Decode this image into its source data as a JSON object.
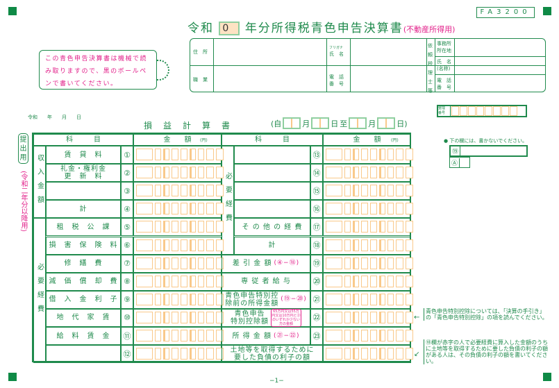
{
  "form_code": "FA3200",
  "title": {
    "era": "令和",
    "year": "0",
    "main": "年分所得税青色申告決算書",
    "sub": "(不動産所得用)"
  },
  "info": {
    "address": "住　所",
    "furigana": "フリガナ",
    "name": "氏　名",
    "occupation": "職　業",
    "phone": "電　話\n番　号",
    "agent": "依頼税理士等",
    "office": "事務所\n所在地",
    "agent_name": "氏　名\n(名称)",
    "agent_phone": "電　話\n番　号"
  },
  "notice": "この青色申告決算書は機械で読み取りますので、黒のボールペンで書いてください。",
  "date_line": "令和　　年　　月　　日",
  "statement_title": "損　益　計　算　書",
  "period": {
    "open": "(自",
    "month": "月",
    "day": "日",
    "to": "至",
    "close": "日)"
  },
  "seiri": "整理\n番号",
  "no_write": "● 下の欄には、書かないでください。",
  "side_label": "提出用",
  "side_note": "(令和二年分以降用)",
  "header": {
    "item": "科　　　目",
    "amount": "金　　額",
    "yen": "(円)"
  },
  "groups": {
    "income": "収入金額",
    "expense": "必要経費"
  },
  "left_rows": [
    {
      "no": "①",
      "label": "賃　貸　料"
    },
    {
      "no": "②",
      "label": "礼金・権利金\n更　新　料"
    },
    {
      "no": "③",
      "label": ""
    },
    {
      "no": "④",
      "label": "計"
    },
    {
      "no": "⑤",
      "label": "租　税　公　課"
    },
    {
      "no": "⑥",
      "label": "損　害　保　険　料"
    },
    {
      "no": "⑦",
      "label": "修　繕　費"
    },
    {
      "no": "⑧",
      "label": "減　価　償　却　費"
    },
    {
      "no": "⑨",
      "label": "借　入　金　利　子"
    },
    {
      "no": "⑩",
      "label": "地　代　家　賃"
    },
    {
      "no": "⑪",
      "label": "給　料　賃　金"
    },
    {
      "no": "⑫",
      "label": ""
    }
  ],
  "right_rows": [
    {
      "no": "⑬",
      "label": "",
      "formula": ""
    },
    {
      "no": "⑭",
      "label": "",
      "formula": ""
    },
    {
      "no": "⑮",
      "label": "",
      "formula": ""
    },
    {
      "no": "⑯",
      "label": "",
      "formula": ""
    },
    {
      "no": "⑰",
      "label": "そ の 他 の 経 費",
      "formula": ""
    },
    {
      "no": "⑱",
      "label": "計",
      "formula": ""
    },
    {
      "no": "⑲",
      "label": "差 引 金 額",
      "formula": "(④−⑱)"
    },
    {
      "no": "⑳",
      "label": "専 従 者 給 与",
      "formula": ""
    },
    {
      "no": "㉑",
      "label": "青色申告特別控\n除前の所得金額",
      "formula": "(⑲−⑳)"
    },
    {
      "no": "㉒",
      "label": "青色申告\n特別控除額",
      "formula": "65万円又は55万円又は10万円と㉑のいずれか少ない方の金額"
    },
    {
      "no": "㉓",
      "label": "所 得 金 額",
      "formula": "(㉑−㉒)"
    },
    {
      "no": "",
      "label": "土地等を取得するために\n要した負債の利子の額",
      "formula": ""
    }
  ],
  "side_notes": {
    "n1": "青色申告特別控除については、「決算の手引き」の「青色申告特別控除」の項を読んでください。",
    "n2": "⑱欄が赤字の人で必要経費に算入した金額のうちに土地等を取得するために要した負債の利子の額がある人は、その負債の利子の額を書いてください。"
  },
  "office_codes": [
    "⑲",
    "Ⓐ"
  ],
  "page": "−1−"
}
